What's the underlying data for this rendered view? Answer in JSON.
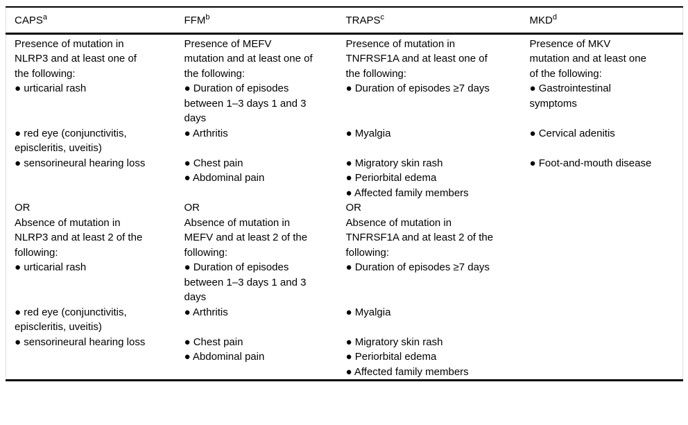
{
  "page": {
    "background_color": "#ffffff",
    "text_color": "#000000",
    "rule_color": "#000000",
    "edge_line_color": "#dddddd"
  },
  "table": {
    "description": "Diagnostic criteria comparison table for autoinflammatory syndromes",
    "columns": [
      {
        "label": "CAPS",
        "superscript": "a"
      },
      {
        "label": "FFM",
        "superscript": "b"
      },
      {
        "label": "TRAPS",
        "superscript": "c"
      },
      {
        "label": "MKD",
        "superscript": "d"
      }
    ],
    "rows": [
      {
        "cells": [
          "Presence of mutation in NLRP3 and at least one of the following:",
          "Presence of MEFV mutation and at least one of the following:",
          "Presence of mutation in TNFRSF1A and at least one of the following:",
          "Presence of MKV mutation and at least one of the following:"
        ]
      },
      {
        "cells": [
          "● urticarial rash",
          "● Duration of episodes between 1–3 days 1 and 3 days",
          "● Duration of episodes ≥7 days",
          "● Gastrointestinal symptoms"
        ]
      },
      {
        "cells": [
          "● red eye (conjunctivitis, episcleritis, uveitis)",
          "● Arthritis",
          "● Myalgia",
          "● Cervical adenitis"
        ]
      },
      {
        "cells": [
          "● sensorineural hearing loss",
          "● Chest pain",
          "● Migratory skin rash",
          "● Foot-and-mouth disease"
        ]
      },
      {
        "cells": [
          "",
          "● Abdominal pain",
          "● Periorbital edema",
          ""
        ]
      },
      {
        "cells": [
          "",
          "",
          "● Affected family members",
          ""
        ]
      },
      {
        "cells": [
          "OR",
          "OR",
          "OR",
          ""
        ]
      },
      {
        "cells": [
          "Absence of mutation in NLRP3 and at least 2 of the following:",
          "Absence of mutation in MEFV and at least 2 of the following:",
          "Absence of mutation in TNFRSF1A and at least 2 of the following:",
          ""
        ]
      },
      {
        "cells": [
          "● urticarial rash",
          "● Duration of episodes between 1–3 days 1 and 3 days",
          "● Duration of episodes ≥7 days",
          ""
        ]
      },
      {
        "cells": [
          "● red eye (conjunctivitis, episcleritis, uveitis)",
          "● Arthritis",
          "● Myalgia",
          ""
        ]
      },
      {
        "cells": [
          "● sensorineural hearing loss",
          "● Chest pain",
          "● Migratory skin rash",
          ""
        ]
      },
      {
        "cells": [
          "",
          "● Abdominal pain",
          "● Periorbital edema",
          ""
        ]
      },
      {
        "cells": [
          "",
          "",
          "● Affected family members",
          ""
        ]
      }
    ]
  }
}
